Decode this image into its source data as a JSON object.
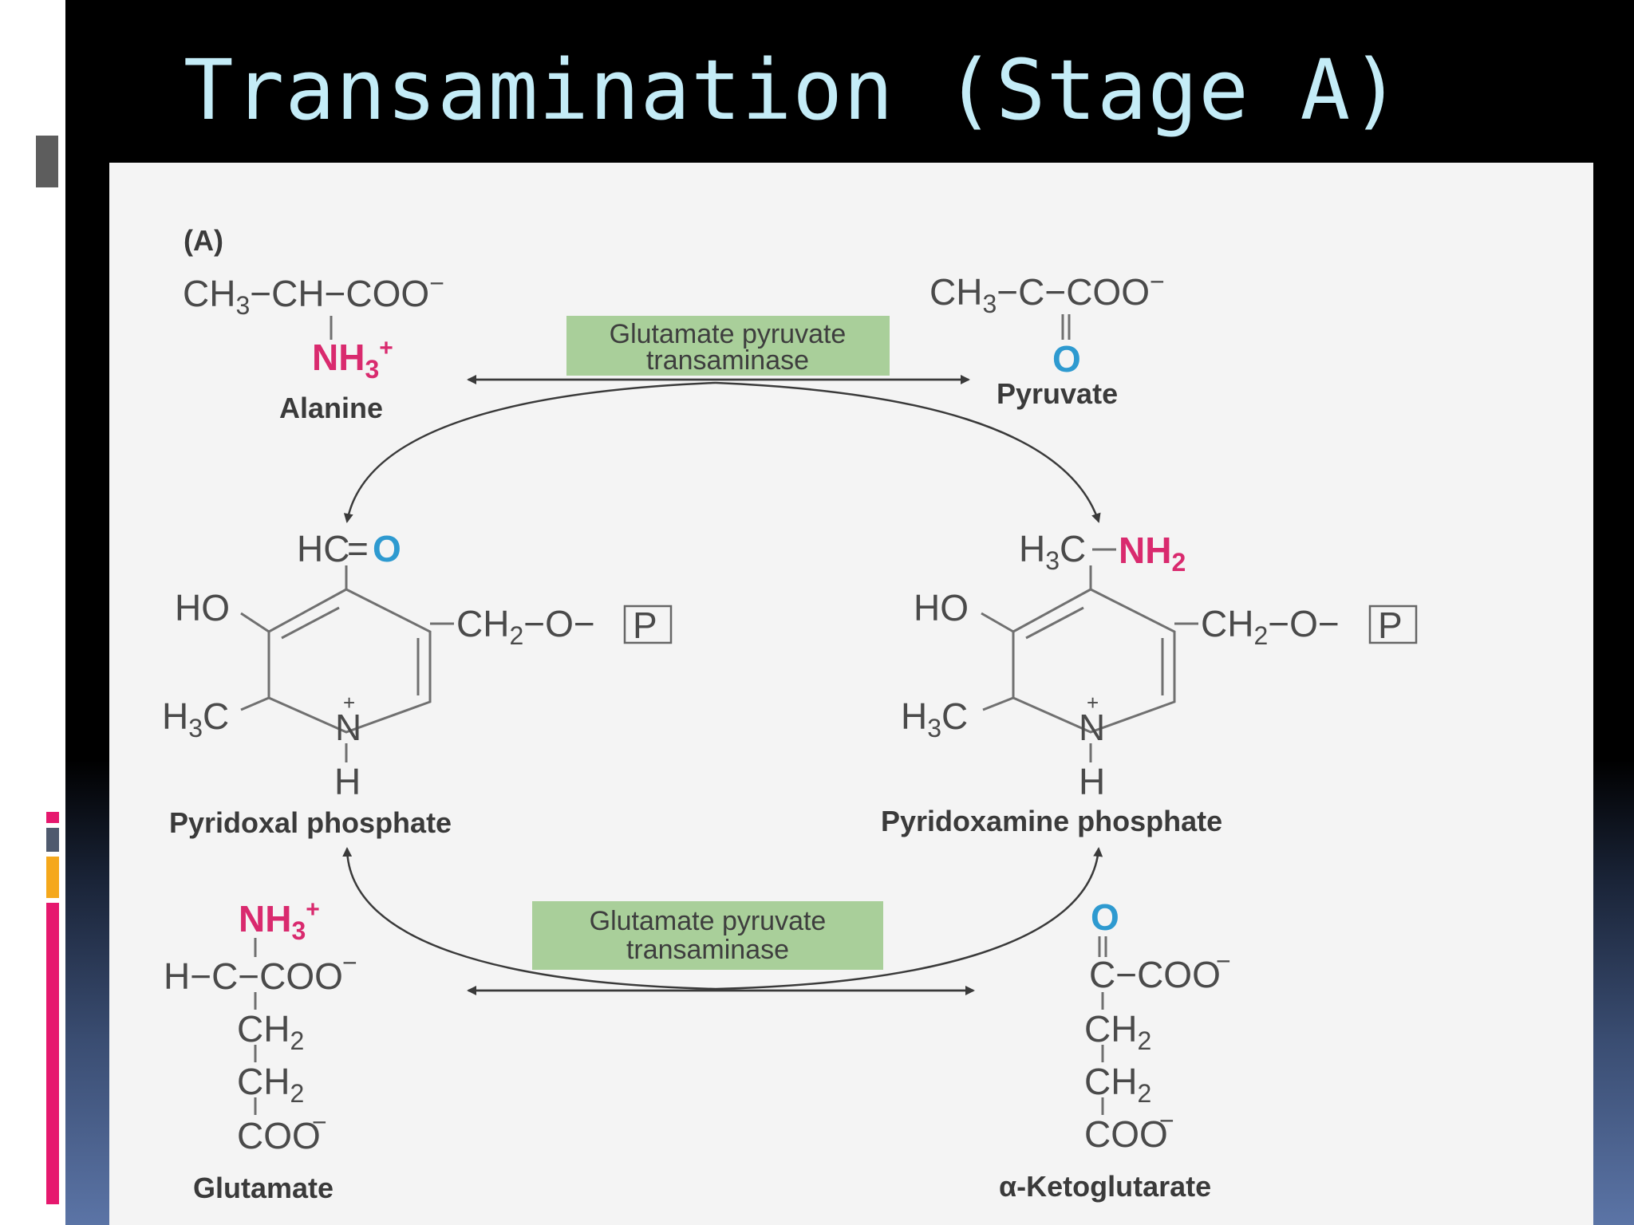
{
  "slide": {
    "title": "Transamination (Stage A)"
  },
  "figure": {
    "panel_label": "(A)",
    "enzyme_top": {
      "line1": "Glutamate pyruvate",
      "line2": "transaminase"
    },
    "enzyme_bottom": {
      "line1": "Glutamate pyruvate",
      "line2": "transaminase"
    },
    "compounds": {
      "alanine": "Alanine",
      "pyruvate": "Pyruvate",
      "pyridoxal_phosphate": "Pyridoxal phosphate",
      "pyridoxamine_phosphate": "Pyridoxamine phosphate",
      "glutamate": "Glutamate",
      "alpha_ketoglutarate": "α-Ketoglutarate"
    },
    "colors": {
      "amino": "#d92a6e",
      "oxygen": "#2e9ad0",
      "enzyme_box": "#a9cf9a"
    }
  }
}
